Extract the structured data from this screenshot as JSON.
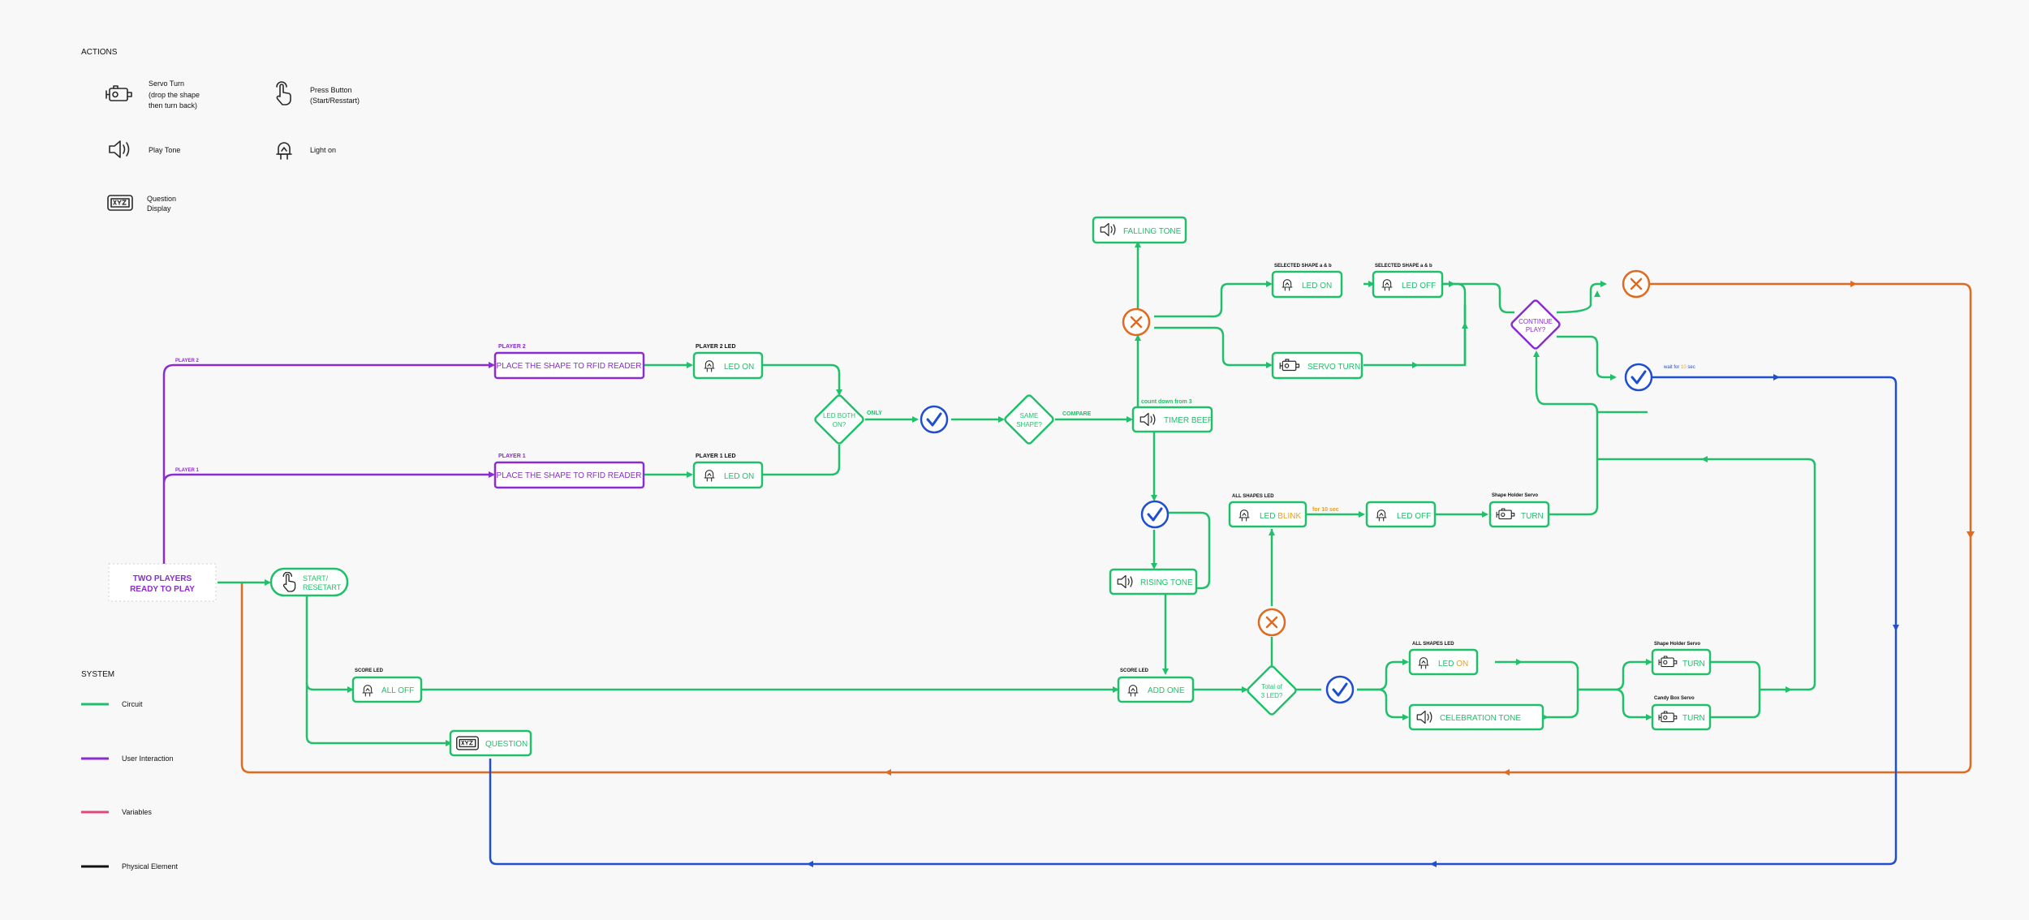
{
  "legend": {
    "actions_title": "ACTIONS",
    "servo_line1": "Servo Turn",
    "servo_line2": "(drop the shape",
    "servo_line3": "then turn back)",
    "button_line1": "Press Button",
    "button_line2": "(Start/Resstart)",
    "tone": "Play Tone",
    "light": "Light on",
    "display_line1": "Question",
    "display_line2": "Display",
    "system_title": "SYSTEM",
    "circuit": "Circuit",
    "user_interaction": "User Interaction",
    "variables": "Variables",
    "physical": "Physical Element",
    "colors": {
      "circuit": "#20c06a",
      "user_interaction": "#8a2ccf",
      "variables": "#e0487a",
      "physical": "#111111",
      "fail": "#e06a20",
      "success": "#1f4fd0"
    }
  },
  "nodes": {
    "two_players_l1": "TWO PLAYERS",
    "two_players_l2": "READY TO PLAY",
    "start_l1": "START/",
    "start_l2": "RESETART",
    "player2_label": "PLAYER 2",
    "player1_label": "PLAYER 1",
    "rfid2_label": "PLAYER 2",
    "rfid1_label": "PLAYER 1",
    "rfid2": "PLACE THE SHAPE TO RFID READER",
    "rfid1": "PLACE THE SHAPE TO RFID READER",
    "p2_led_label": "PLAYER 2 LED",
    "p1_led_label": "PLAYER 1 LED",
    "p2_led": "LED ON",
    "p1_led": "LED ON",
    "led_both_l1": "LED BOTH",
    "led_both_l2": "ON?",
    "only": "ONLY",
    "same_shape_l1": "SAME",
    "same_shape_l2": "SHAPE?",
    "compare": "COMPARE",
    "countdown": "count down from 3",
    "timer_beep": "TIMER BEEP",
    "falling_tone": "FALLING TONE",
    "rising_tone": "RISING TONE",
    "sel_on_label": "SELECTED SHAPE a & b",
    "sel_off_label": "SELECTED SHAPE a & b",
    "sel_on": "LED ON",
    "sel_off": "LED OFF",
    "servo_turn": "SERVO TURN",
    "continue_l1": "CONTINUE",
    "continue_l2": "PLAY?",
    "wait_pre": "wait for ",
    "wait_num": "10",
    "wait_post": " sec",
    "all_shapes_label": "ALL SHAPES LED",
    "led_blink_a": "LED ",
    "led_blink_b": "BLINK",
    "for_10": "for 10 sec",
    "led_off2": "LED OFF",
    "shape_holder_label": "Shape Holder Servo",
    "turn1": "TURN",
    "score_led_label": "SCORE LED",
    "all_off": "ALL OFF",
    "question": "QUESTION",
    "score_led2_label": "SCORE LED",
    "add_one": "ADD ONE",
    "total_l1": "Total of",
    "total_l2": "3 LED?",
    "all_shapes2_label": "ALL SHAPES LED",
    "led_on_a": "LED ",
    "led_on_b": "ON",
    "celebration": "CELEBRATION TONE",
    "shape_holder2_label": "Shape Holder Servo",
    "candy_box_label": "Candy Box Servo",
    "turn2": "TURN",
    "turn3": "TURN"
  }
}
